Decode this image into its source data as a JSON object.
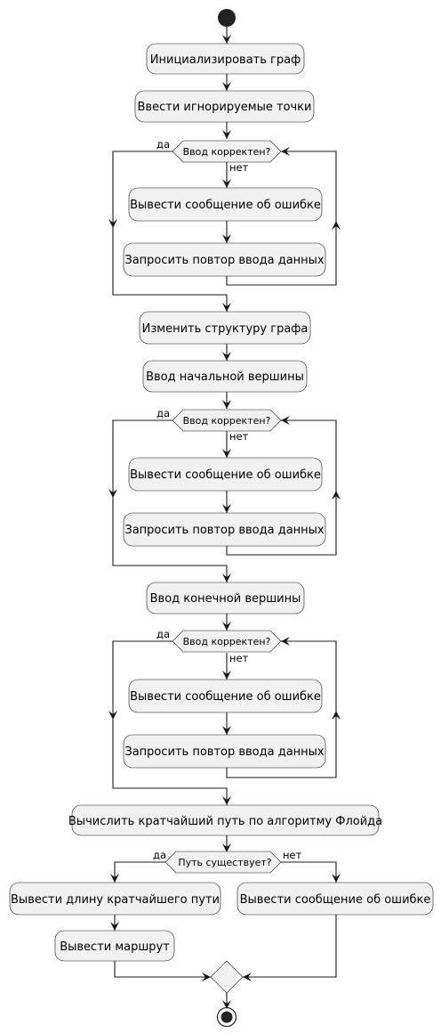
{
  "nodes": {
    "init_graph": "Инициализировать граф",
    "input_ignored": "Ввести игнорируемые точки",
    "check1": "Ввод корректен?",
    "err1": "Вывести сообщение об ошибке",
    "retry1": "Запросить повтор ввода данных",
    "change_structure": "Изменить структуру графа",
    "input_start": "Ввод начальной вершины",
    "check2": "Ввод корректен?",
    "err2": "Вывести сообщение об ошибке",
    "retry2": "Запросить повтор ввода данных",
    "input_end": "Ввод конечной вершины",
    "check3": "Ввод корректен?",
    "err3": "Вывести сообщение об ошибке",
    "retry3": "Запросить повтор ввода данных",
    "compute": "Вычислить кратчайший путь по алгоритму Флойда",
    "path_exists": "Путь существует?",
    "out_length": "Вывести длину кратчайшего пути",
    "out_route": "Вывести маршрут",
    "err_final": "Вывести сообщение об ошибке"
  },
  "branch_labels": {
    "yes1": "да",
    "no1": "нет",
    "yes2": "да",
    "no2": "нет",
    "yes3": "да",
    "no3": "нет",
    "yes_final": "да",
    "no_final": "нет"
  }
}
